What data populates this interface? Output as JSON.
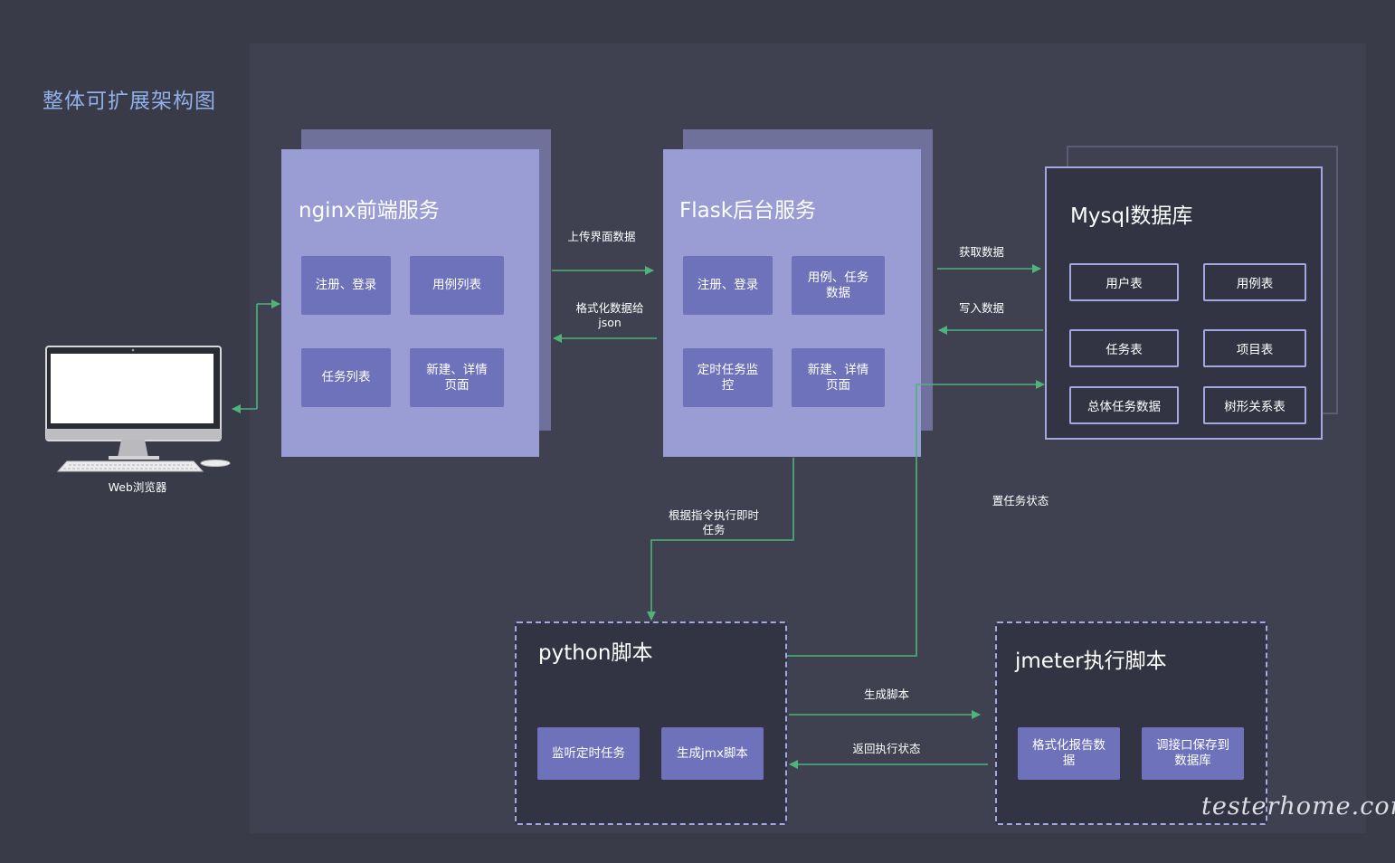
{
  "title": "整体可扩展架构图",
  "browser": {
    "label": "Web浏览器"
  },
  "nginx": {
    "title": "nginx前端服务",
    "items": [
      "注册、登录",
      "用例列表",
      "任务列表",
      "新建、详情页面"
    ]
  },
  "flask": {
    "title": "Flask后台服务",
    "items": [
      "注册、登录",
      "用例、任务数据",
      "定时任务监控",
      "新建、详情页面"
    ]
  },
  "mysql": {
    "title": "Mysql数据库",
    "tables": [
      "用户表",
      "用例表",
      "任务表",
      "项目表",
      "总体任务数据",
      "树形关系表"
    ]
  },
  "python": {
    "title": "python脚本",
    "items": [
      "监听定时任务",
      "生成jmx脚本"
    ]
  },
  "jmeter": {
    "title": "jmeter执行脚本",
    "items": [
      "格式化报告数据",
      "调接口保存到数据库"
    ]
  },
  "edges": {
    "upload": "上传界面数据",
    "format_line1": "格式化数据给",
    "format_line2": "json",
    "fetch": "获取数据",
    "write": "写入数据",
    "set_status": "置任务状态",
    "instant_line1": "根据指令执行即时",
    "instant_line2": "任务",
    "gen_script": "生成脚本",
    "return_status": "返回执行状态"
  },
  "watermark": "testerhome.com",
  "colors": {
    "arrow": "#4fb37c",
    "card": "#9a9dd4",
    "subbox": "#6d72ba",
    "title": "#8fb0e8"
  }
}
